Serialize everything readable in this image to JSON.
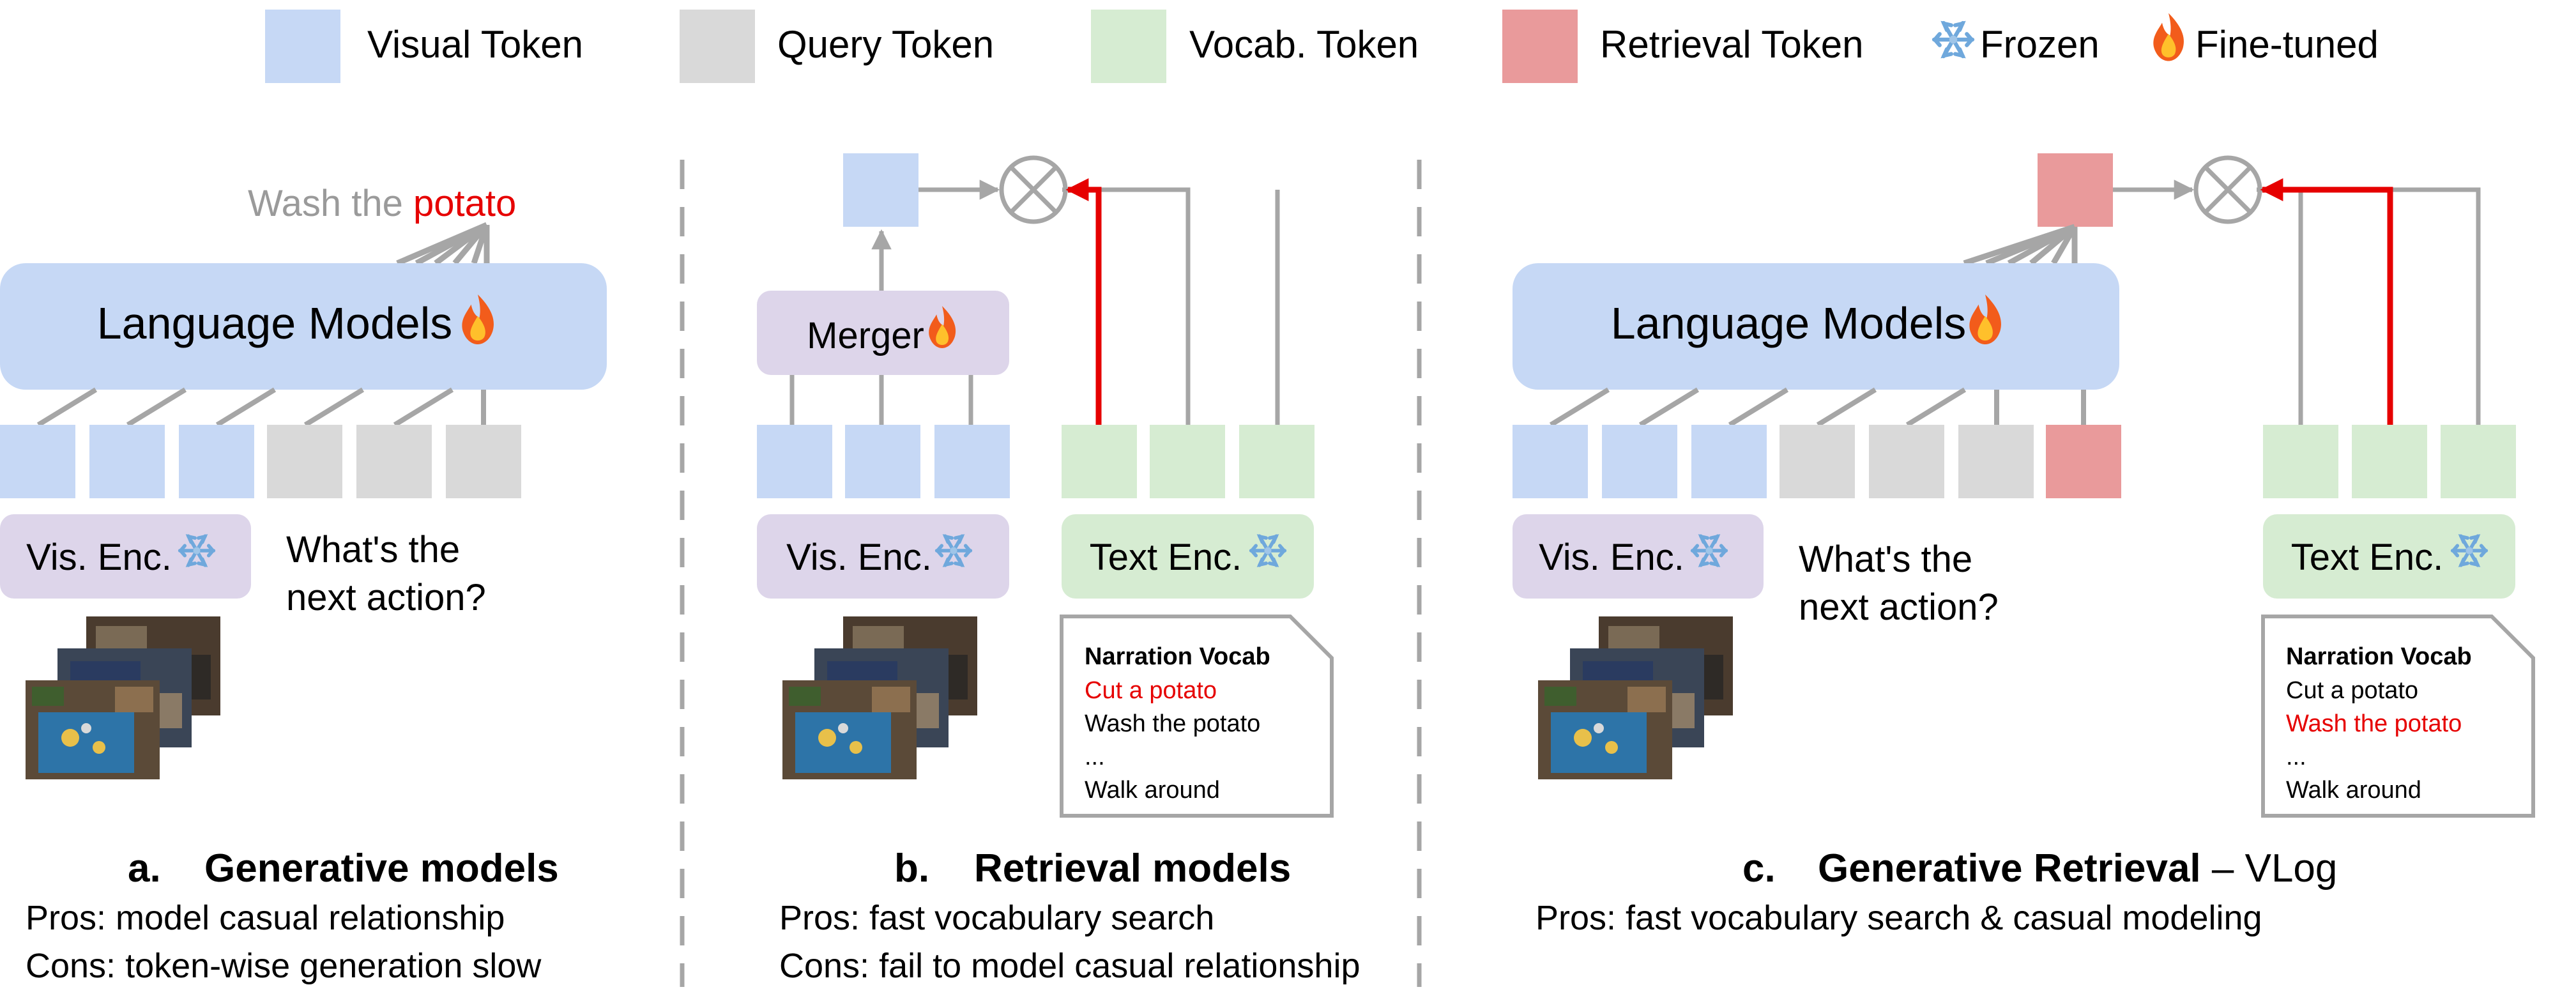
{
  "legend": {
    "visual_token": "Visual Token",
    "query_token": "Query Token",
    "vocab_token": "Vocab. Token",
    "retrieval_token": "Retrieval Token",
    "frozen": "Frozen",
    "fine_tuned": "Fine-tuned"
  },
  "colors": {
    "visual": "#c6d8f5",
    "query": "#d9d9d9",
    "vocab": "#d6ecd2",
    "retrieval": "#e99a9b",
    "lm_box": "#c6d8f5",
    "encoder_box": "#ddd5ea",
    "text_encoder_box": "#d6ecd2",
    "highlight": "#e60000",
    "connector": "#a6a6a6",
    "label": "#000000"
  },
  "icons": {
    "frozen": "snowflake-icon",
    "fine_tuned": "fire-icon"
  },
  "panel_a": {
    "output_prefix": "Wash the ",
    "output_highlight": "potato",
    "language_models": "Language Models",
    "vis_enc": "Vis. Enc.",
    "question_line1": "What's the",
    "question_line2": "next action?",
    "caption_letter": "a.",
    "caption_title": "Generative models",
    "pros": "Pros: model casual relationship",
    "cons": "Cons: token-wise generation slow"
  },
  "panel_b": {
    "merger": "Merger",
    "vis_enc": "Vis. Enc.",
    "text_enc": "Text Enc.",
    "vocab_title": "Narration Vocab",
    "vocab_items": [
      "Cut a potato",
      "Wash the potato",
      "...",
      "Walk around"
    ],
    "vocab_highlight_index": 0,
    "caption_letter": "b.",
    "caption_title": "Retrieval models",
    "pros": "Pros: fast vocabulary search",
    "cons": "Cons: fail to model casual relationship"
  },
  "panel_c": {
    "language_models": "Language Models",
    "vis_enc": "Vis. Enc.",
    "text_enc": "Text Enc.",
    "question_line1": "What's the",
    "question_line2": "next action?",
    "vocab_title": "Narration Vocab",
    "vocab_items": [
      "Cut a potato",
      "Wash the potato",
      "...",
      "Walk around"
    ],
    "vocab_highlight_index": 1,
    "caption_letter": "c.",
    "caption_title": "Generative Retrieval",
    "caption_suffix": " – VLog",
    "pros": "Pros: fast vocabulary search & casual modeling"
  }
}
